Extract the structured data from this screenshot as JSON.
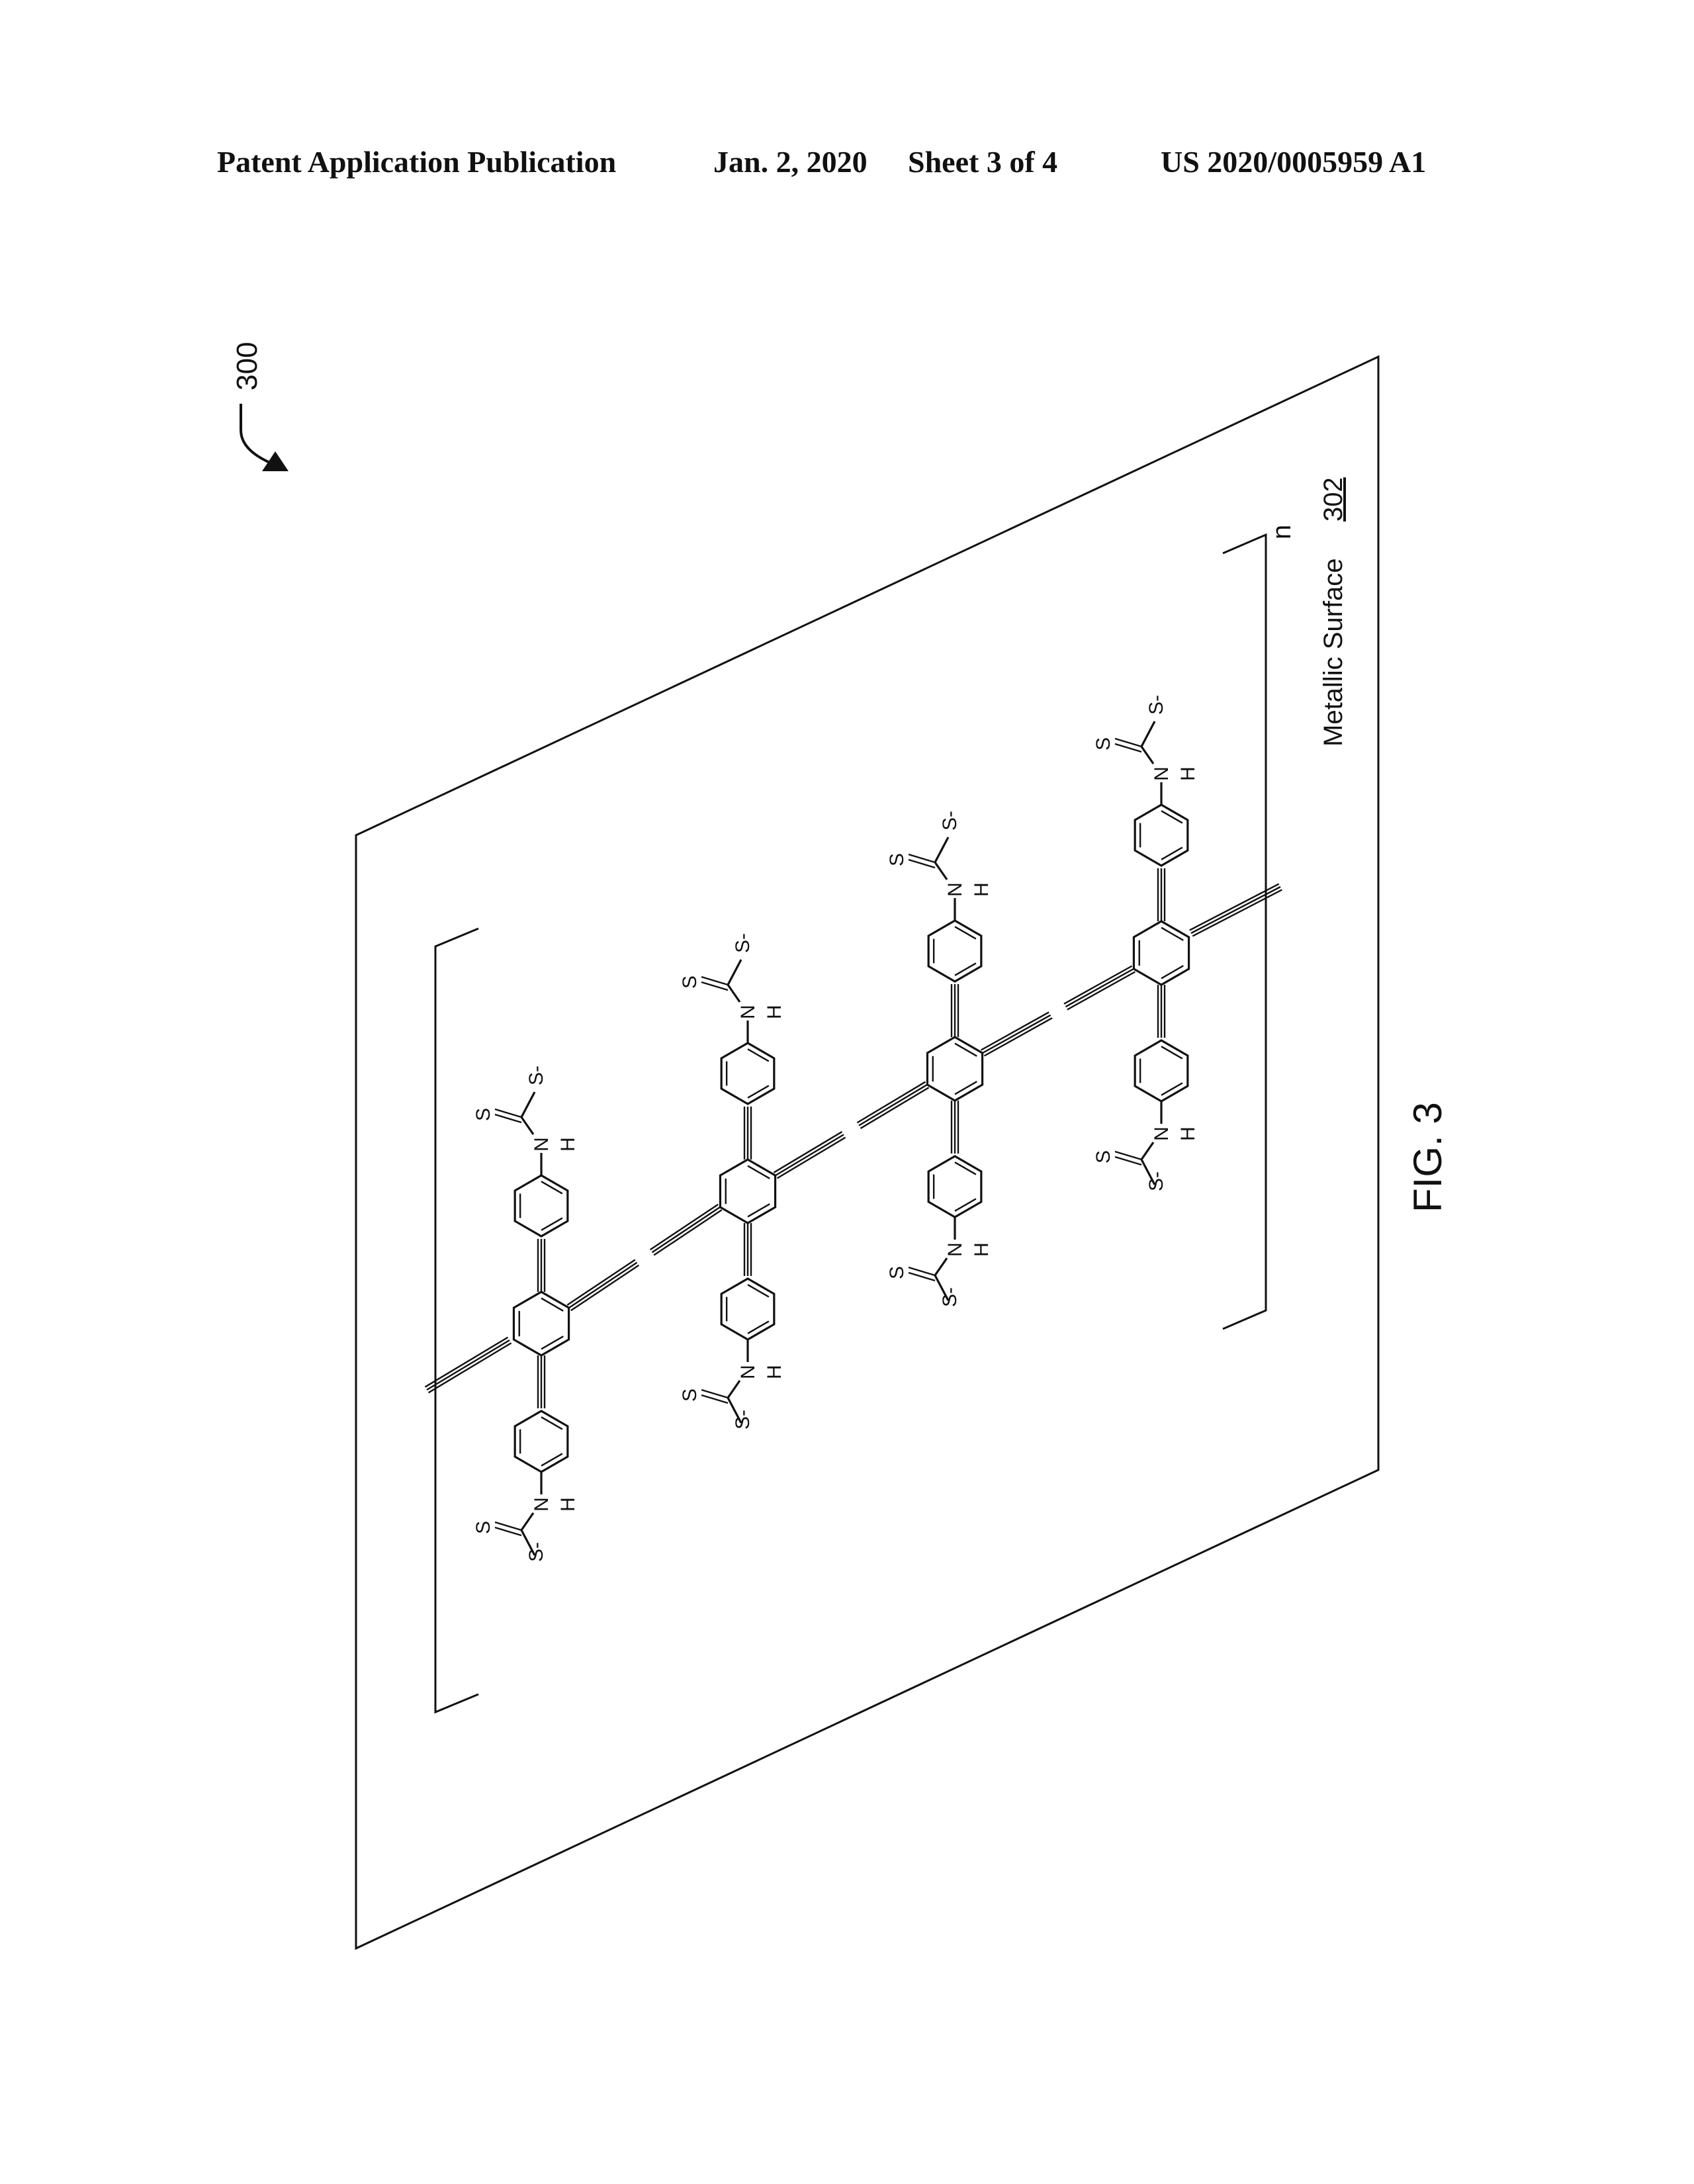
{
  "header": {
    "left": "Patent Application Publication",
    "date": "Jan. 2, 2020",
    "sheet": "Sheet 3 of 4",
    "pub_number": "US 2020/0005959 A1"
  },
  "figure": {
    "ref_number": "300",
    "surface_label": "Metallic Surface",
    "surface_ref": "302",
    "repeat_subscript": "n",
    "caption": "FIG. 3",
    "atom_labels": {
      "nitrogen": "N",
      "hydrogen": "H",
      "sulfur": "S",
      "thiolate": "S-"
    }
  }
}
